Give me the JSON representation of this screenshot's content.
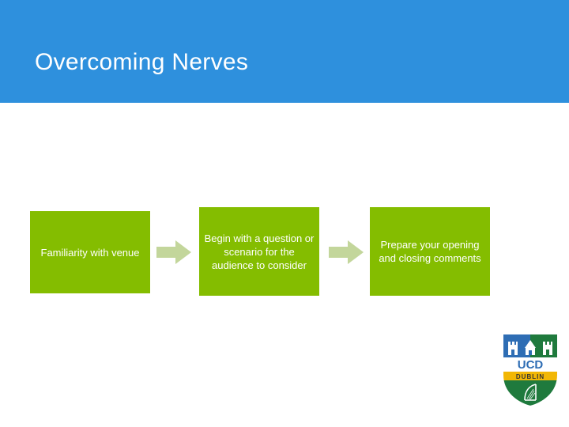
{
  "slide": {
    "title": "Overcoming Nerves",
    "header_color": "#2e90dd",
    "box_color": "#84bd00",
    "arrow_color": "#c3d69b",
    "background": "#ffffff"
  },
  "process": {
    "steps": [
      {
        "label": "Familiarity with venue"
      },
      {
        "label": "Begin with a question or scenario for the audience to consider"
      },
      {
        "label": "Prepare your opening and closing comments"
      }
    ],
    "connectors": [
      {
        "name": "arrow-1"
      },
      {
        "name": "arrow-2"
      }
    ]
  },
  "logo": {
    "name": "ucd-dublin-logo",
    "primary_text": "UCD",
    "secondary_text": "DUBLIN",
    "shield_left_color": "#2e6db4",
    "shield_right_color": "#1f7a3d",
    "band_color": "#f2b705"
  }
}
